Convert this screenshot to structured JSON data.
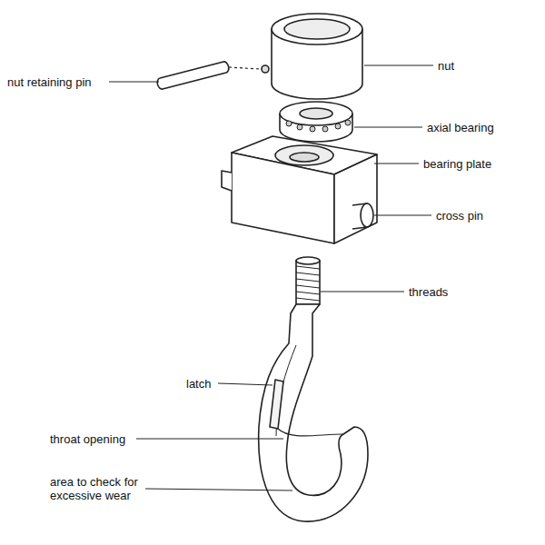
{
  "diagram": {
    "labels": [
      "nut retaining pin",
      "nut",
      "axial bearing",
      "bearing plate",
      "cross pin",
      "threads",
      "latch",
      "throat opening",
      "area to check for excessive wear"
    ]
  }
}
